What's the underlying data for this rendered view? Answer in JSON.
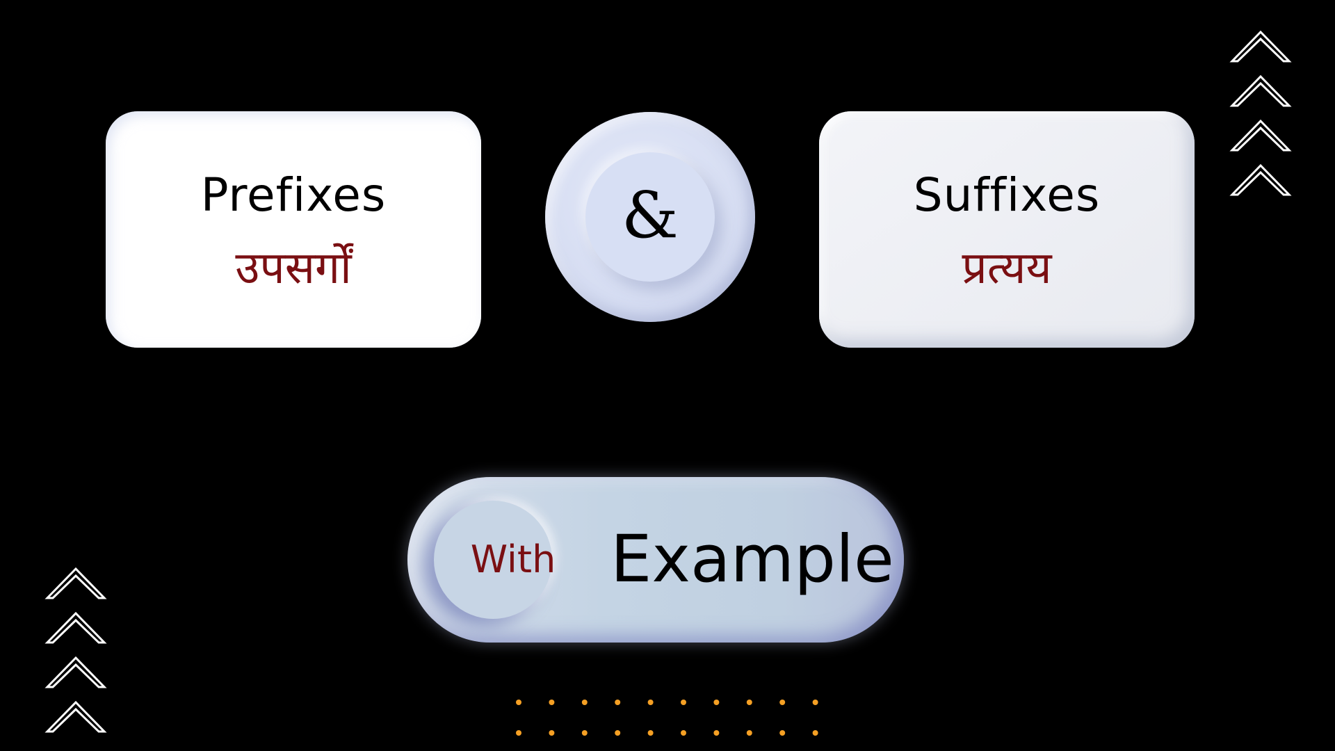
{
  "left_card": {
    "english": "Prefixes",
    "hindi": "उपसर्गों"
  },
  "connector": {
    "symbol": "&"
  },
  "right_card": {
    "english": "Suffixes",
    "hindi": "प्रत्यय"
  },
  "toggle": {
    "knob_label": "With",
    "main_label": "Example"
  },
  "decorations": {
    "chevron_icon": "double-chevron-up-icon",
    "dot_color": "#f5a024",
    "hindi_text_color": "#7a0f12"
  }
}
